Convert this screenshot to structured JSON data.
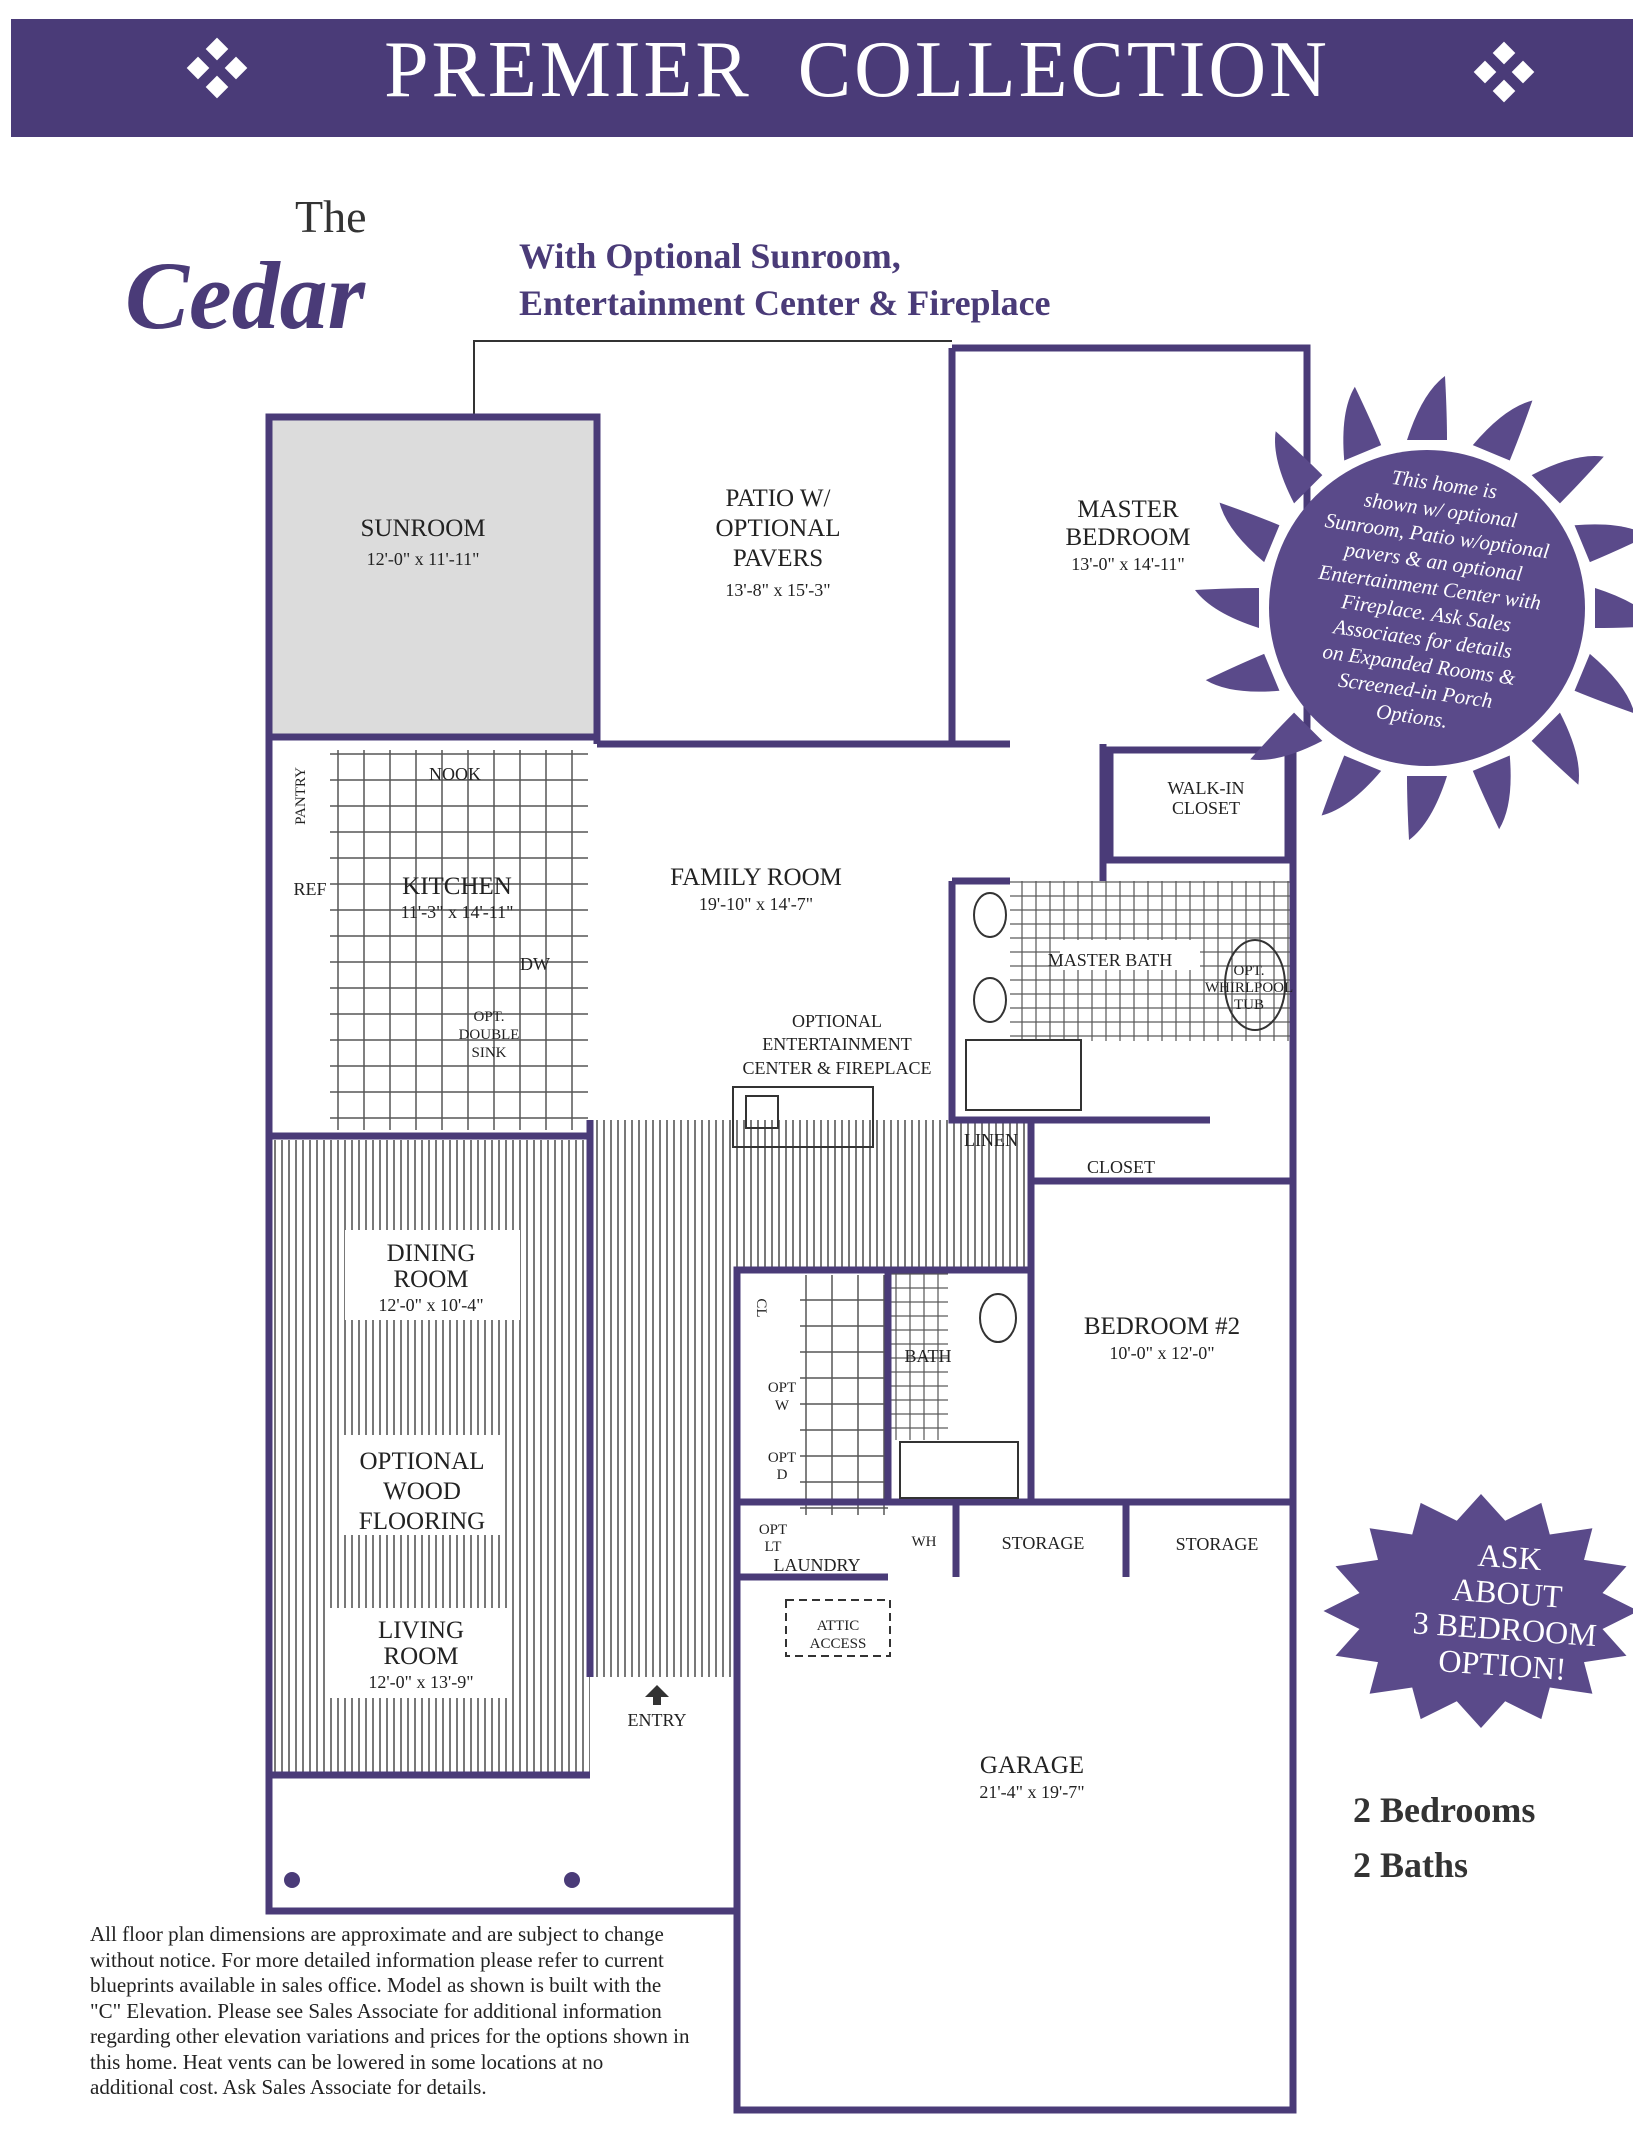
{
  "header": {
    "title": "PREMIER  COLLECTION",
    "ornament_icon": "diamond-cluster-icon"
  },
  "model": {
    "prefix": "The",
    "name": "Cedar"
  },
  "subtitle": {
    "line1": "With Optional Sunroom,",
    "line2": "Entertainment Center & Fireplace"
  },
  "rooms": {
    "sunroom": {
      "name": "SUNROOM",
      "dims": "12'-0\" x 11'-11\""
    },
    "patio": {
      "l1": "PATIO W/",
      "l2": "OPTIONAL",
      "l3": "PAVERS",
      "dims": "13'-8\" x 15'-3\""
    },
    "master_bedroom": {
      "l1": "MASTER",
      "l2": "BEDROOM",
      "dims": "13'-0\" x 14'-11\""
    },
    "walk_in_closet": {
      "l1": "WALK-IN",
      "l2": "CLOSET"
    },
    "nook": "NOOK",
    "pantry": "PANTRY",
    "ref": "REF",
    "kitchen": {
      "name": "KITCHEN",
      "dims": "11'-3\" x 14'-11\""
    },
    "dw": "DW",
    "sink": {
      "l1": "OPT.",
      "l2": "DOUBLE",
      "l3": "SINK"
    },
    "family_room": {
      "name": "FAMILY ROOM",
      "dims": "19'-10\" x 14'-7\""
    },
    "entertainment": {
      "l1": "OPTIONAL",
      "l2": "ENTERTAINMENT",
      "l3": "CENTER & FIREPLACE"
    },
    "master_bath": "MASTER BATH",
    "whirlpool": {
      "l1": "OPT.",
      "l2": "WHIRLPOOL",
      "l3": "TUB"
    },
    "linen": "LINEN",
    "closet": "CLOSET",
    "dining_room": {
      "l1": "DINING",
      "l2": "ROOM",
      "dims": "12'-0\" x 10'-4\""
    },
    "wood_flooring": {
      "l1": "OPTIONAL",
      "l2": "WOOD",
      "l3": "FLOORING"
    },
    "living_room": {
      "l1": "LIVING",
      "l2": "ROOM",
      "dims": "12'-0\" x 13'-9\""
    },
    "bedroom2": {
      "name": "BEDROOM #2",
      "dims": "10'-0\" x 12'-0\""
    },
    "cl": "CL",
    "bath": "BATH",
    "opt_w": {
      "l1": "OPT",
      "l2": "W"
    },
    "opt_d": {
      "l1": "OPT",
      "l2": "D"
    },
    "opt_lt": {
      "l1": "OPT",
      "l2": "LT"
    },
    "laundry": "LAUNDRY",
    "wh": "WH",
    "storage1": "STORAGE",
    "storage2": "STORAGE",
    "attic": {
      "l1": "ATTIC",
      "l2": "ACCESS"
    },
    "entry": "ENTRY",
    "garage": {
      "name": "GARAGE",
      "dims": "21'-4\" x 19'-7\""
    }
  },
  "sun_badge": [
    "This home is",
    "shown w/ optional",
    "Sunroom, Patio w/optional",
    "pavers & an optional",
    "Entertainment Center with",
    "Fireplace. Ask Sales",
    "Associates for details",
    "on Expanded Rooms &",
    "Screened-in Porch",
    "Options."
  ],
  "star_badge": [
    "ASK",
    "ABOUT",
    "3 BEDROOM",
    "OPTION!"
  ],
  "specs": {
    "bedrooms": "2 Bedrooms",
    "baths": "2 Baths"
  },
  "disclaimer": "All floor plan dimensions are approximate and are subject to change without notice. For more detailed information please refer to current blueprints available in sales office. Model as shown is built with the \"C\" Elevation. Please see Sales Associate for additional information regarding other elevation variations and prices for the options shown in this home. Heat vents can be lowered in some locations at no additional cost. Ask Sales Associate for details.",
  "colors": {
    "brand": "#4a3b78",
    "sunroom_fill": "#dcdcdc"
  }
}
